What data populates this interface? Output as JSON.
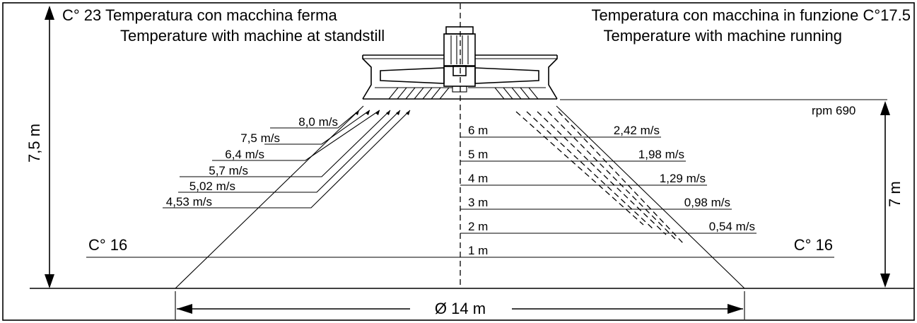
{
  "header": {
    "left_temp": "C° 23 Temperatura con macchina ferma",
    "left_en": "Temperature with machine at standstill",
    "right_temp": "Temperatura con macchina in funzione  C°17.5",
    "right_en": "Temperature with machine running"
  },
  "floor": {
    "left_temp": "C° 16",
    "right_temp": "C° 16"
  },
  "dimensions": {
    "total_height": "7,5 m",
    "measure_height": "7 m",
    "diameter": "Ø 14 m",
    "rpm": "rpm 690"
  },
  "standstill_speeds": [
    "8,0 m/s",
    "7,5 m/s",
    "6,4 m/s",
    "5,7 m/s",
    "5,02 m/s",
    "4,53 m/s"
  ],
  "height_levels": [
    "6 m",
    "5 m",
    "4 m",
    "3 m",
    "2 m",
    "1 m"
  ],
  "running_speeds": [
    "2,42 m/s",
    "1,98 m/s",
    "1,29 m/s",
    "0,98 m/s",
    "0,54 m/s"
  ]
}
